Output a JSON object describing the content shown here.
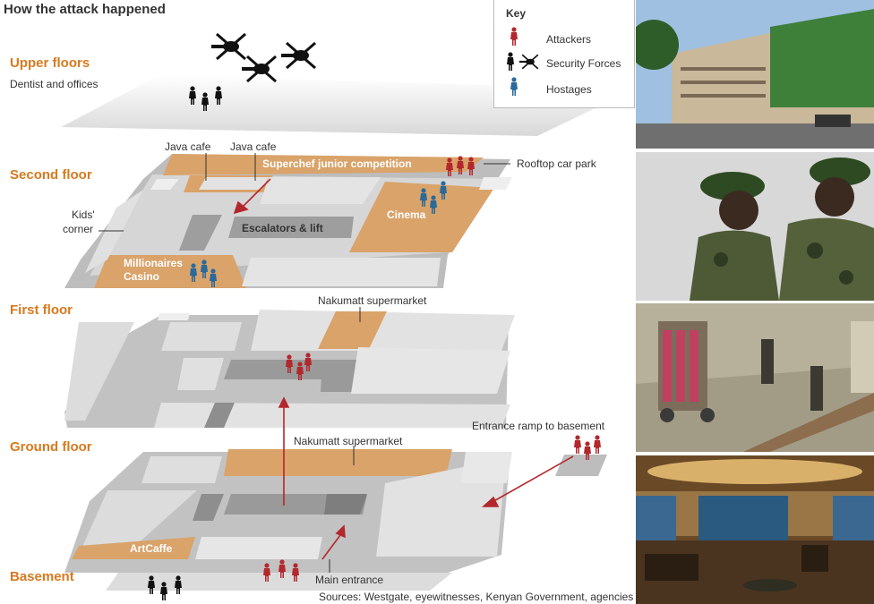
{
  "title": "How the attack happened",
  "floors": {
    "upper": {
      "label": "Upper floors",
      "desc": "Dentist and offices"
    },
    "second": {
      "label": "Second floor"
    },
    "first": {
      "label": "First floor"
    },
    "ground": {
      "label": "Ground floor"
    },
    "basement": {
      "label": "Basement"
    }
  },
  "annotations": {
    "java_cafe_1": "Java cafe",
    "java_cafe_2": "Java cafe",
    "superchef": "Superchef junior competition",
    "rooftop": "Rooftop car park",
    "kids_corner_1": "Kids'",
    "kids_corner_2": "corner",
    "escalators": "Escalators & lift",
    "cinema": "Cinema",
    "casino_1": "Millionaires",
    "casino_2": "Casino",
    "nakumatt_first": "Nakumatt supermarket",
    "nakumatt_ground": "Nakumatt supermarket",
    "ramp": "Entrance ramp to basement",
    "artcaffe": "ArtCaffe",
    "main_entrance": "Main entrance"
  },
  "key": {
    "title": "Key",
    "attackers": "Attackers",
    "security": "Security Forces",
    "hostages": "Hostages"
  },
  "source": "Sources: Westgate, eyewitnesses, Kenyan Government, agencies",
  "colors": {
    "attackers": "#b3282d",
    "security": "#111111",
    "hostages": "#2a6a9a",
    "highlight": "#d9a36a",
    "floor": "#c9c9c9",
    "accent": "#d8791e"
  }
}
